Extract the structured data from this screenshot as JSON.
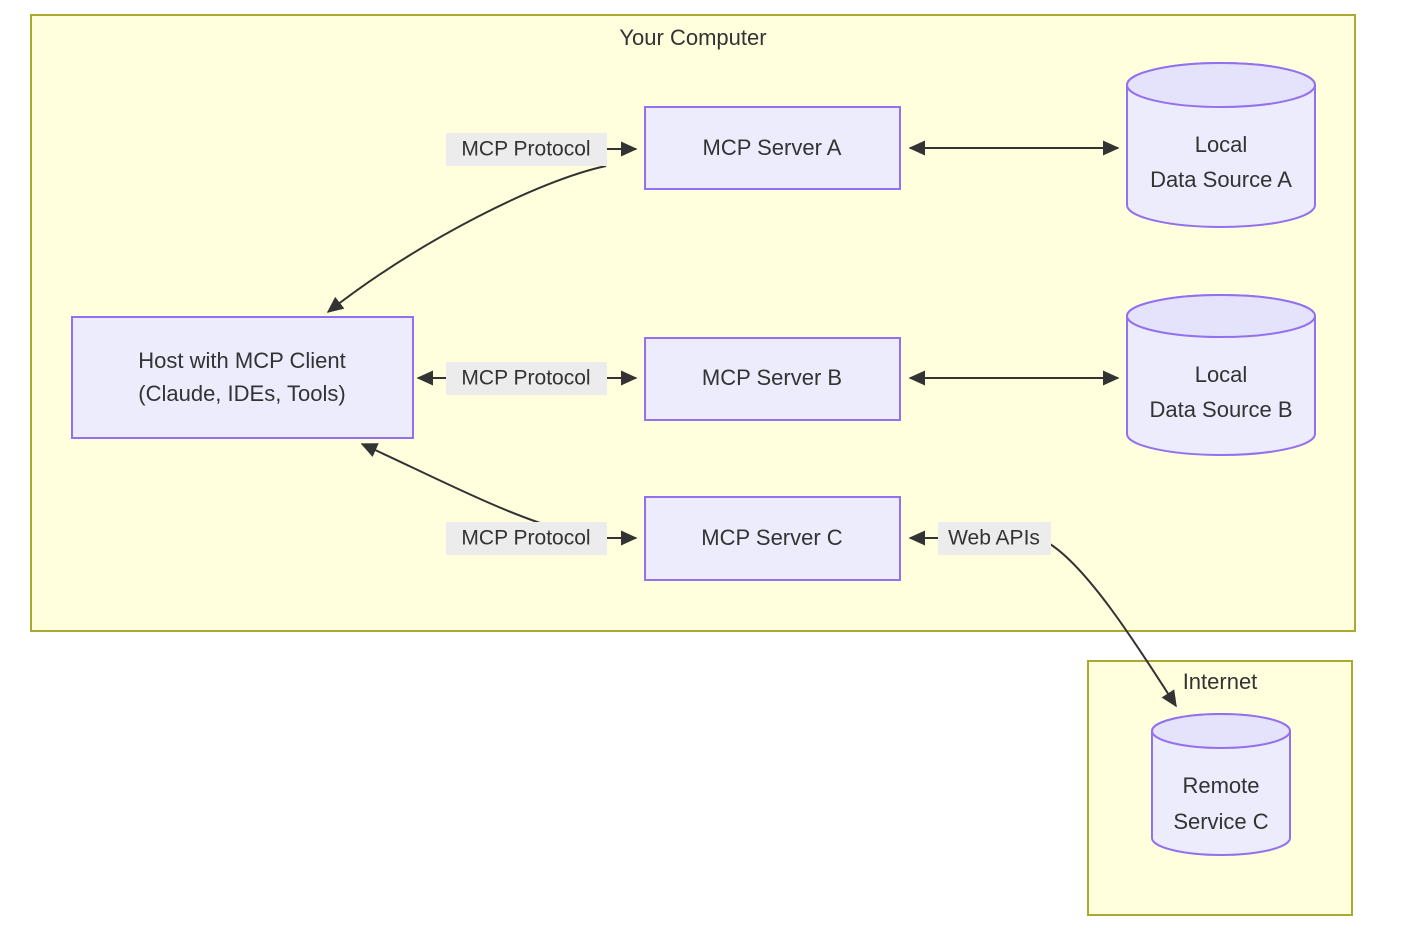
{
  "diagram": {
    "title_visible": false,
    "colors": {
      "cluster_fill": "#ffffdd",
      "cluster_stroke": "#aaaa33",
      "node_fill": "#ececfd",
      "node_stroke": "#9370ed",
      "edge_stroke": "#333333",
      "label_bg": "#ececec",
      "text": "#333333"
    },
    "clusters": [
      {
        "id": "your-computer",
        "label": "Your Computer"
      },
      {
        "id": "internet",
        "label": "Internet"
      }
    ],
    "nodes": {
      "host": {
        "line1": "Host with MCP Client",
        "line2": "(Claude, IDEs, Tools)"
      },
      "server_a": {
        "label": "MCP Server A"
      },
      "server_b": {
        "label": "MCP Server B"
      },
      "server_c": {
        "label": "MCP Server C"
      },
      "data_source_a": {
        "line1": "Local",
        "line2": "Data Source A"
      },
      "data_source_b": {
        "line1": "Local",
        "line2": "Data Source B"
      },
      "remote_service_c": {
        "line1": "Remote",
        "line2": "Service C"
      }
    },
    "edges": [
      {
        "id": "host-server-a",
        "label": "MCP Protocol",
        "from": "host",
        "to": "server_a"
      },
      {
        "id": "host-server-b",
        "label": "MCP Protocol",
        "from": "host",
        "to": "server_b"
      },
      {
        "id": "host-server-c",
        "label": "MCP Protocol",
        "from": "host",
        "to": "server_c"
      },
      {
        "id": "server-a-data-a",
        "label": "",
        "from": "server_a",
        "to": "data_source_a"
      },
      {
        "id": "server-b-data-b",
        "label": "",
        "from": "server_b",
        "to": "data_source_b"
      },
      {
        "id": "server-c-remote-c",
        "label": "Web APIs",
        "from": "server_c",
        "to": "remote_service_c"
      }
    ]
  }
}
